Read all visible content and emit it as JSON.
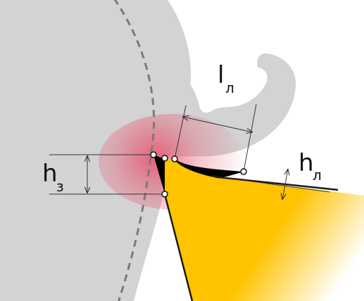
{
  "labels": {
    "chip_length": {
      "main": "l",
      "sub": "л"
    },
    "wear_depth_flank": {
      "main": "h",
      "sub": "з"
    },
    "wear_depth_rake": {
      "main": "h",
      "sub": "л"
    }
  },
  "colors": {
    "workpiece": "#d3d3d3",
    "chip": "#d3d3d3",
    "tool": "#ffc300",
    "heat_zone": "#e8506a",
    "wear": "#000000",
    "dimension_line": "#333333",
    "dashed_circle": "#7a7a7a",
    "marker_fill": "#ffffff"
  }
}
